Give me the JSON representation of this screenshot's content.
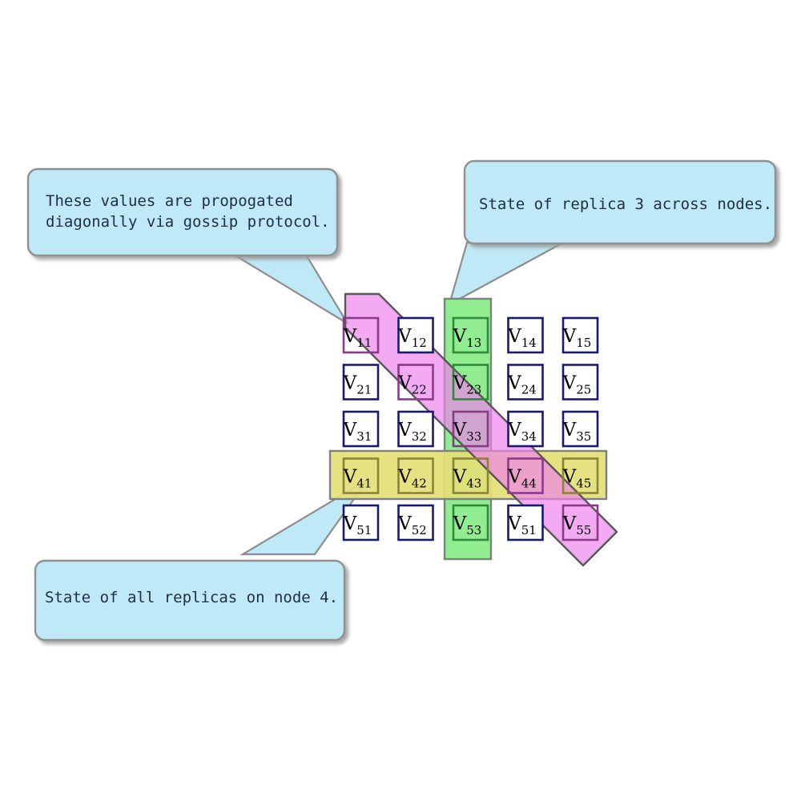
{
  "diagram": {
    "title": "Replica state grid with gossip propagation",
    "grid": {
      "rows": 5,
      "cols": 5,
      "cells": [
        [
          {
            "base": "V",
            "sub": "11",
            "highlight": "diagonal"
          },
          {
            "base": "V",
            "sub": "12",
            "highlight": "none"
          },
          {
            "base": "V",
            "sub": "13",
            "highlight": "column"
          },
          {
            "base": "V",
            "sub": "14",
            "highlight": "none"
          },
          {
            "base": "V",
            "sub": "15",
            "highlight": "none"
          }
        ],
        [
          {
            "base": "V",
            "sub": "21",
            "highlight": "none"
          },
          {
            "base": "V",
            "sub": "22",
            "highlight": "diagonal"
          },
          {
            "base": "V",
            "sub": "23",
            "highlight": "column"
          },
          {
            "base": "V",
            "sub": "24",
            "highlight": "none"
          },
          {
            "base": "V",
            "sub": "25",
            "highlight": "none"
          }
        ],
        [
          {
            "base": "V",
            "sub": "31",
            "highlight": "none"
          },
          {
            "base": "V",
            "sub": "32",
            "highlight": "none"
          },
          {
            "base": "V",
            "sub": "33",
            "highlight": "column-diagonal"
          },
          {
            "base": "V",
            "sub": "34",
            "highlight": "none"
          },
          {
            "base": "V",
            "sub": "35",
            "highlight": "none"
          }
        ],
        [
          {
            "base": "V",
            "sub": "41",
            "highlight": "row"
          },
          {
            "base": "V",
            "sub": "42",
            "highlight": "row"
          },
          {
            "base": "V",
            "sub": "43",
            "highlight": "row-column"
          },
          {
            "base": "V",
            "sub": "44",
            "highlight": "row-diagonal"
          },
          {
            "base": "V",
            "sub": "45",
            "highlight": "row"
          }
        ],
        [
          {
            "base": "V",
            "sub": "51",
            "highlight": "none"
          },
          {
            "base": "V",
            "sub": "52",
            "highlight": "none"
          },
          {
            "base": "V",
            "sub": "53",
            "highlight": "column"
          },
          {
            "base": "V",
            "sub": "51",
            "highlight": "none"
          },
          {
            "base": "V",
            "sub": "55",
            "highlight": "diagonal"
          }
        ]
      ]
    },
    "callouts": [
      {
        "id": "gossip-note",
        "lines": [
          "These values are propogated",
          "diagonally via gossip protocol."
        ],
        "target": "V11"
      },
      {
        "id": "replica-note",
        "lines": [
          "State of replica 3 across nodes."
        ],
        "target": "V13"
      },
      {
        "id": "node-note",
        "lines": [
          "State of all replicas on node 4."
        ],
        "target": "V41"
      }
    ],
    "bands": [
      {
        "id": "column-band",
        "orientation": "vertical",
        "covers": "replica 3 column"
      },
      {
        "id": "row-band",
        "orientation": "horizontal",
        "covers": "node 4 row"
      },
      {
        "id": "diagonal-band",
        "orientation": "diagonal",
        "covers": "gossip diagonal"
      }
    ],
    "colors": {
      "callout_fill": "#bfe9f7",
      "callout_stroke": "#909090",
      "callout_text": "#203040",
      "column_band_fill": "#90ee90",
      "column_band_stroke": "#808080",
      "row_band_fill": "#e4e077",
      "row_band_stroke": "#808080",
      "diagonal_band_fill": "#ee82ee",
      "diagonal_band_stroke": "#585858",
      "cell_stroke": "#191970",
      "cell_stroke_column": "#2e8b3a",
      "cell_stroke_row": "#8a8437",
      "cell_stroke_diagonal": "#8b3a8b",
      "cell_fill": "#ffffff",
      "page_background": "#ffffff",
      "shadow": "#9a9a9a"
    }
  }
}
